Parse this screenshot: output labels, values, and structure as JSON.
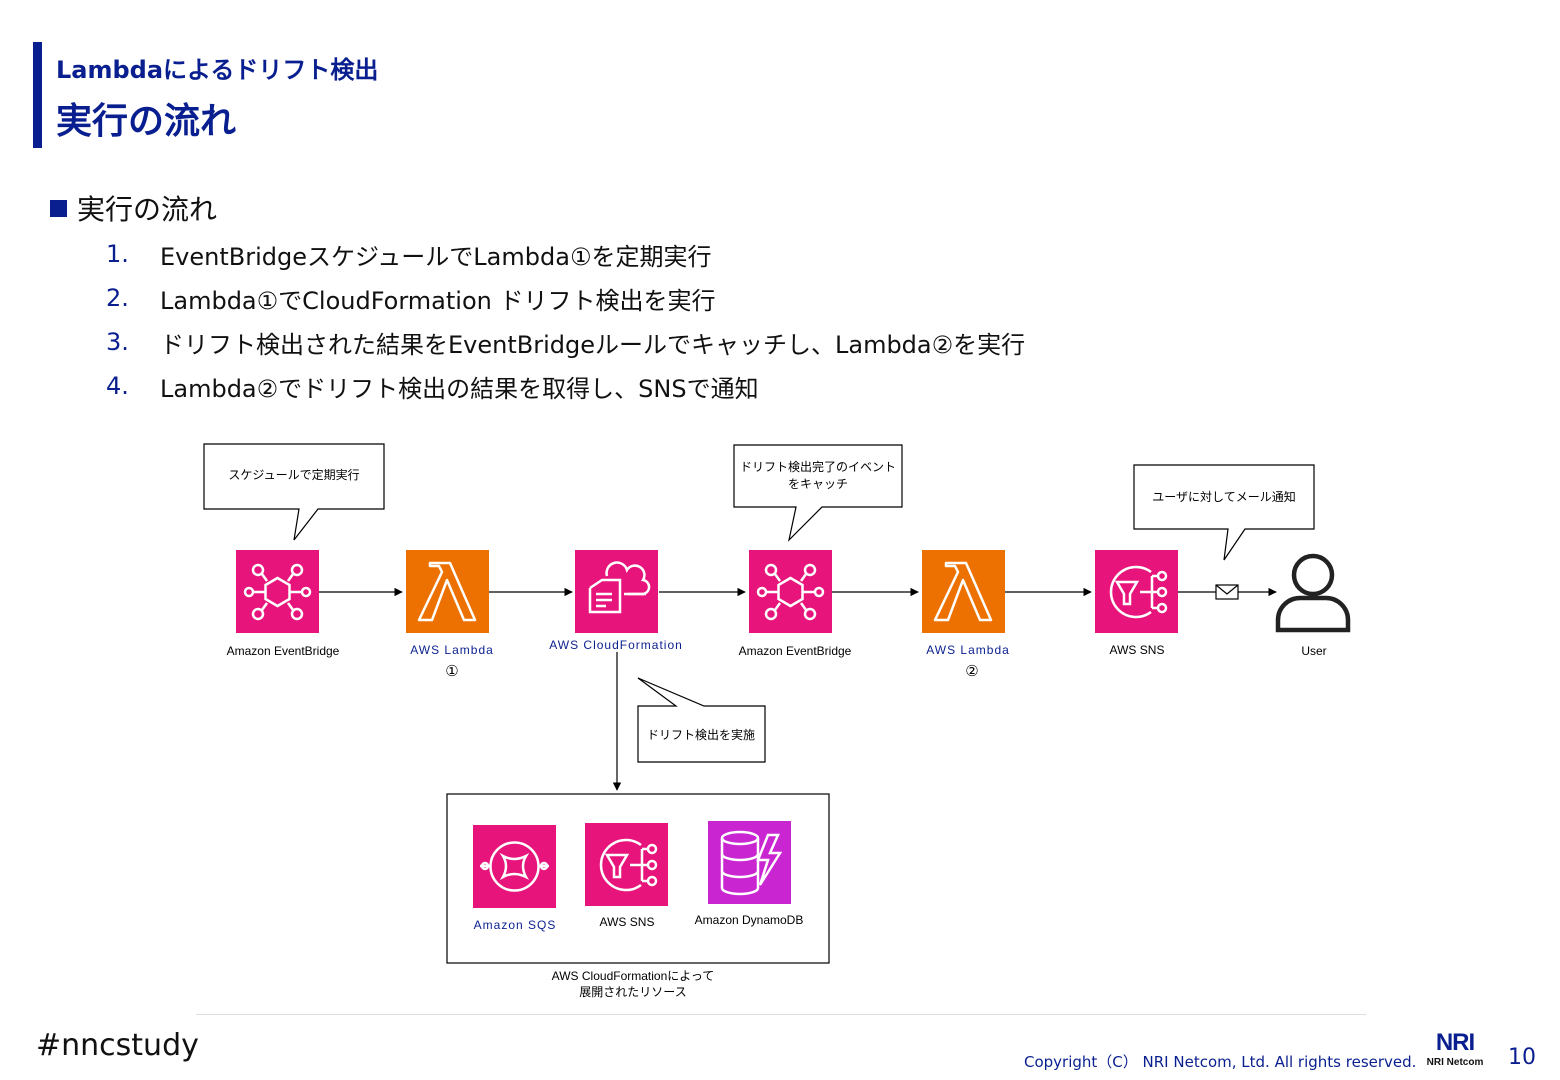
{
  "header": {
    "subtitle": "Lambdaによるドリフト検出",
    "title": "実行の流れ"
  },
  "section": {
    "heading": "実行の流れ",
    "steps": [
      {
        "num": "1.",
        "text": "EventBridgeスケジュールでLambda①を定期実行"
      },
      {
        "num": "2.",
        "text": "Lambda①でCloudFormation ドリフト検出を実行"
      },
      {
        "num": "3.",
        "text": "ドリフト検出された結果をEventBridgeルールでキャッチし、Lambda②を実行"
      },
      {
        "num": "4.",
        "text": "Lambda②でドリフト検出の結果を取得し、SNSで通知"
      }
    ]
  },
  "diagram": {
    "callouts": {
      "schedule": "スケジュールで定期実行",
      "catch_line1": "ドリフト検出完了のイベント",
      "catch_line2": "をキャッチ",
      "notify": "ユーザに対してメール通知",
      "detect": "ドリフト検出を実施"
    },
    "nodes": {
      "eventbridge1": "Amazon EventBridge",
      "lambda1": "AWS Lambda",
      "lambda1_num": "①",
      "cloudformation": "AWS CloudFormation",
      "eventbridge2": "Amazon EventBridge",
      "lambda2": "AWS Lambda",
      "lambda2_num": "②",
      "sns": "AWS SNS",
      "user": "User"
    },
    "resources": {
      "sqs": "Amazon SQS",
      "sns": "AWS SNS",
      "dynamodb": "Amazon DynamoDB",
      "caption_line1": "AWS CloudFormationによって",
      "caption_line2": "展開されたリソース"
    },
    "colors": {
      "pink": "#e7157b",
      "orange": "#ed7100",
      "purple": "#c925d1",
      "navy": "#0a1f8f"
    }
  },
  "footer": {
    "hashtag": "#nncstudy",
    "copyright": "Copyright（C） NRI Netcom, Ltd. All rights reserved.",
    "logo_mark": "NRI",
    "logo_word": "NRI Netcom",
    "page_number": "10"
  }
}
